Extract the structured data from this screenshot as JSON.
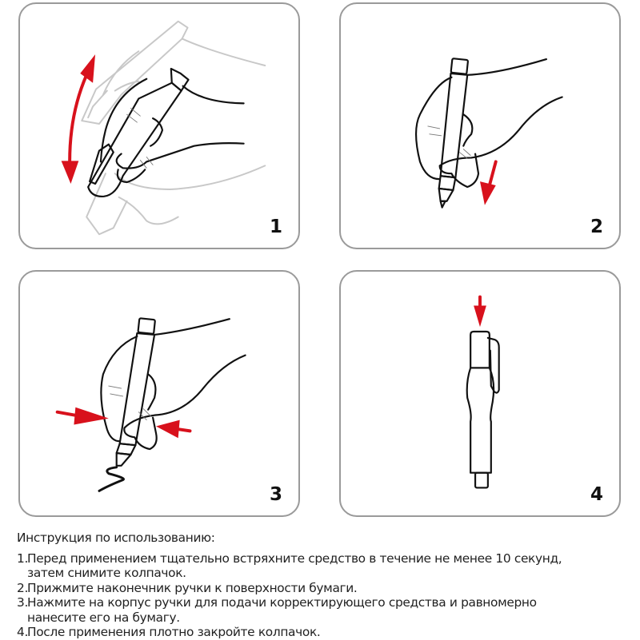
{
  "steps": [
    {
      "number": "1",
      "illustration": "shake-pen-hand",
      "arrow": "double-curved-arrow",
      "accent_color": "#d8111c"
    },
    {
      "number": "2",
      "illustration": "press-tip-to-paper-hand",
      "arrow": "down-arrow",
      "accent_color": "#d8111c"
    },
    {
      "number": "3",
      "illustration": "squeeze-pen-body-hand",
      "arrow": "inward-arrows",
      "accent_color": "#d8111c"
    },
    {
      "number": "4",
      "illustration": "capped-pen",
      "arrow": "down-arrow",
      "accent_color": "#d8111c"
    }
  ],
  "instructions": {
    "title": "Инструкция по использованию:",
    "items": [
      {
        "num": "1.",
        "lines": [
          "Перед применением тщательно встряхните средство в течение не менее 10 секунд,",
          "затем снимите колпачок."
        ]
      },
      {
        "num": "2.",
        "lines": [
          "Прижмите наконечник ручки к поверхности бумаги."
        ]
      },
      {
        "num": "3.",
        "lines": [
          "Нажмите на корпус ручки для подачи корректирующего средства и равномерно",
          "нанесите его на бумагу."
        ]
      },
      {
        "num": "4.",
        "lines": [
          "После применения плотно закройте колпачок."
        ]
      }
    ]
  },
  "colors": {
    "accent": "#d8111c",
    "panel_border": "#9a9a9a",
    "ink": "#111111",
    "ghost": "#c8c8c8"
  }
}
